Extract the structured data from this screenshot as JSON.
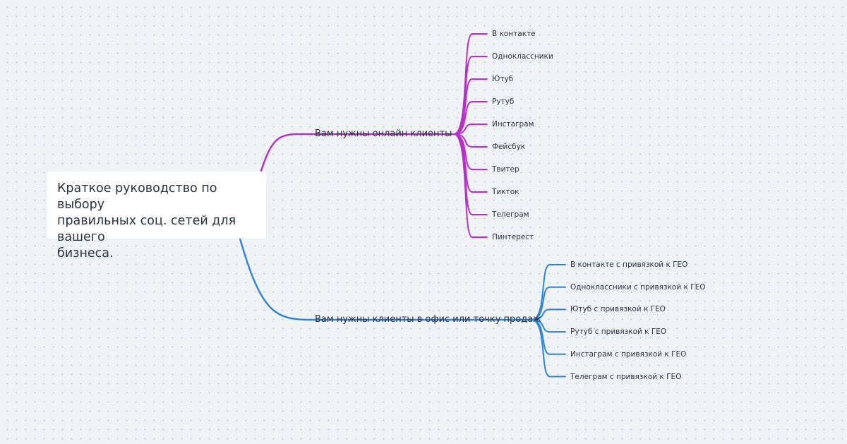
{
  "root": {
    "lines": [
      "Краткое руководство по выбору",
      "правильных соц. сетей для вашего",
      "бизнеса."
    ]
  },
  "branches": [
    {
      "label": "Вам нужны онлайн клиенты",
      "color": "#b62fc7",
      "leaves": [
        "В контакте",
        "Одноклассники",
        "Ютуб",
        "Рутуб",
        "Инстаграм",
        "Фейсбук",
        "Твитер",
        "Тикток",
        "Телеграм",
        "Пинтерест"
      ]
    },
    {
      "label": "Вам нужны клиенты в офис или точку продаж",
      "color": "#2f83d4",
      "leaves": [
        "В контакте с привязкой к ГЕО",
        "Одноклассники с привязкой к ГЕО",
        "Ютуб с привязкой к ГЕО",
        "Рутуб с привязкой к ГЕО",
        "Инстаграм с привязкой к ГЕО",
        "Телеграм с привязкой к ГЕО"
      ]
    }
  ]
}
